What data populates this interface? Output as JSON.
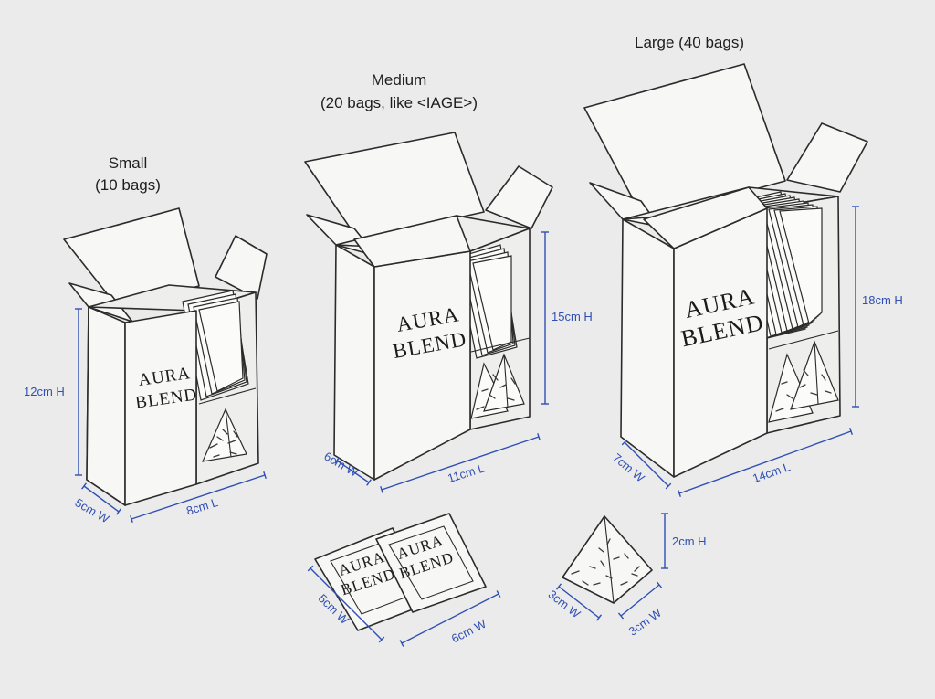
{
  "boxes": {
    "small": {
      "title": "Small",
      "subtitle": "(10 bags)",
      "brand_line1": "AURA",
      "brand_line2": "BLEND",
      "height_label": "12cm H",
      "width_label": "5cm W",
      "length_label": "8cm L"
    },
    "medium": {
      "title": "Medium",
      "subtitle": "(20 bags, like <IAGE>)",
      "brand_line1": "AURA",
      "brand_line2": "BLEND",
      "height_label": "15cm H",
      "width_label": "6cm W",
      "length_label": "11cm L"
    },
    "large": {
      "title": "Large (40 bags)",
      "brand_line1": "AURA",
      "brand_line2": "BLEND",
      "height_label": "18cm H",
      "width_label": "7cm W",
      "length_label": "14cm L"
    }
  },
  "sachets": {
    "brand_line1": "AURA",
    "brand_line2": "BLEND",
    "width_left_label": "5cm W",
    "width_right_label": "6cm W"
  },
  "pyramid_bag": {
    "height_label": "2cm H",
    "width_left_label": "3cm W",
    "width_right_label": "3cm W"
  },
  "colors": {
    "background": "#ebebeb",
    "dimension_lines": "#2f4fb4",
    "line_art": "#2b2b2b"
  }
}
